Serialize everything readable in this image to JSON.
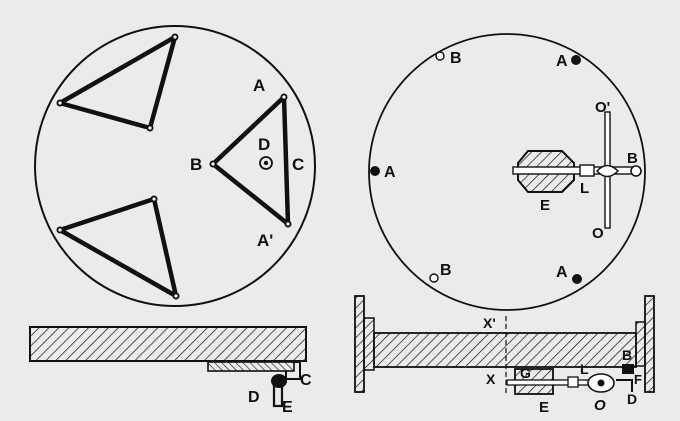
{
  "ink": "#111111",
  "paper": "#ebebe9",
  "left_plan": {
    "A": "A",
    "B": "B",
    "C": "C",
    "D": "D",
    "A_prime": "A'"
  },
  "left_section": {
    "C": "C",
    "D": "D",
    "E": "E"
  },
  "right_plan": {
    "B_top": "B",
    "A_top": "A",
    "A_left": "A",
    "B_bottom": "B",
    "A_bottom": "A",
    "B_right": "B",
    "O_prime": "O'",
    "O": "O",
    "E": "E",
    "L": "L"
  },
  "right_section": {
    "X_prime": "X'",
    "X": "X",
    "G": "G",
    "L": "L",
    "E": "E",
    "O": "O",
    "B": "B",
    "F": "F",
    "D": "D"
  }
}
